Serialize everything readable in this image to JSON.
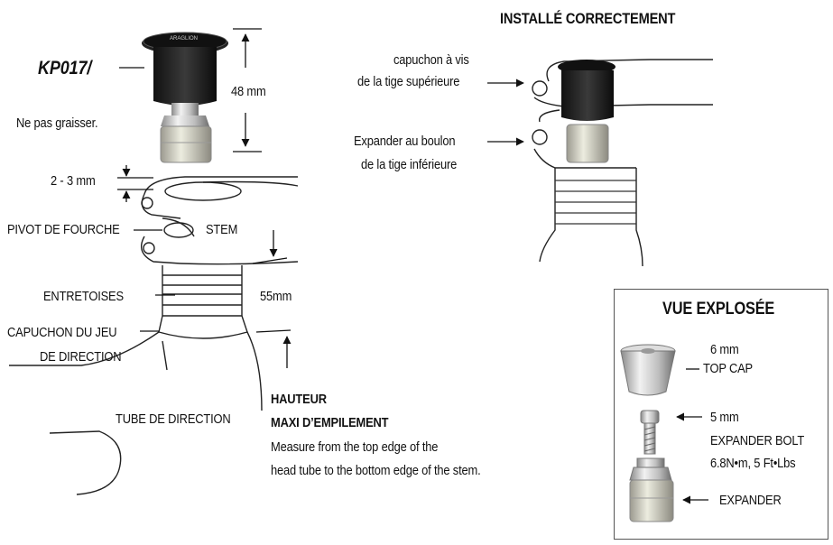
{
  "part_number": "KP017/",
  "no_grease": "Ne pas graisser.",
  "dim_48": "48 mm",
  "dim_gap": "2 - 3 mm",
  "fork_pivot": "PIVOT DE FOURCHE",
  "stem": "STEM",
  "spacers": "ENTRETOISES",
  "dim_55": "55mm",
  "headset_cap_line1": "CAPUCHON DU JEU",
  "headset_cap_line2": "DE DIRECTION",
  "head_tube": "TUBE DE DIRECTION",
  "max_stack": {
    "title_line1": "HAUTEUR",
    "title_line2": "MAXI D’EMPILEMENT",
    "desc_line1": "Measure from the top edge of the",
    "desc_line2": "head tube to the bottom edge of the stem."
  },
  "installed": {
    "title": "INSTALLÉ CORRECTEMENT",
    "cap_label_line1": "capuchon à vis",
    "cap_label_line2": "de la tige supérieure",
    "expander_label_line1": "Expander au boulon",
    "expander_label_line2": "de la tige inférieure"
  },
  "exploded": {
    "title": "VUE EXPLOSÉE",
    "top_cap_size": "6 mm",
    "top_cap_label": "TOP CAP",
    "bolt_size": "5 mm",
    "bolt_label": "EXPANDER BOLT",
    "bolt_torque": "6.8N•m, 5 Ft•Lbs",
    "expander_label": "EXPANDER"
  },
  "cap_brand_text": "ARAGLION"
}
